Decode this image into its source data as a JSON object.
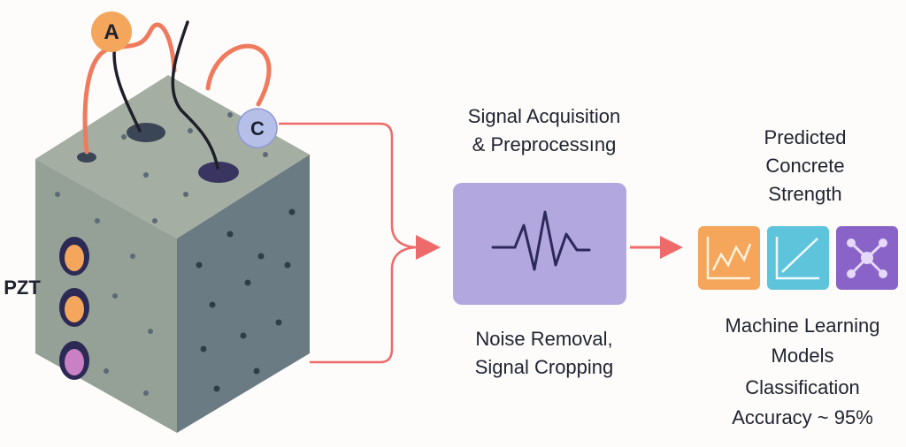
{
  "block": {
    "terminal_a": "A",
    "terminal_c": "C",
    "sensor_label": "PZT"
  },
  "acquisition": {
    "title_line1": "Signal Acquisition",
    "title_line2": "& Preprocessıng",
    "caption_line1": "Noise Removal,",
    "caption_line2": "Signal Cropping"
  },
  "output": {
    "title_line1": "Predicted",
    "title_line2": "Concrete",
    "title_line3": "Strength",
    "caption_line1": "Machine Learning",
    "caption_line2": "Models",
    "caption_line3": "Classification",
    "caption_line4": "Accuracy ~ 95%"
  },
  "model_icons": [
    {
      "icon": "line-chart-icon",
      "color": "#f5a65b"
    },
    {
      "icon": "trend-chart-icon",
      "color": "#5ec4dc"
    },
    {
      "icon": "network-graph-icon",
      "color": "#8a63c9"
    }
  ],
  "colors": {
    "arrow": "#ef6a6a",
    "wire": "#f07a5e",
    "signal_box": "#b3a7e0",
    "signal_wave": "#2c2a5a",
    "concrete_top": "#a4aea2",
    "concrete_left": "#95a096",
    "concrete_right": "#6b7b83"
  }
}
